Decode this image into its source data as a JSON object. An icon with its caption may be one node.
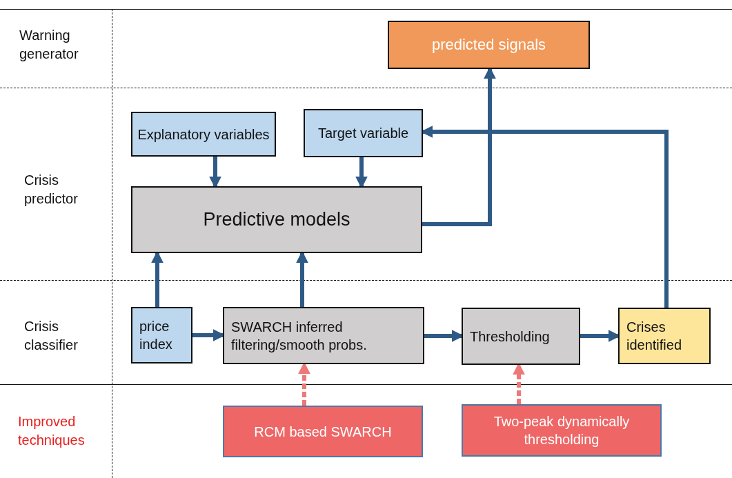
{
  "diagram": {
    "nodes": [
      {
        "text": [
          "predicted signals"
        ]
      },
      {
        "text": [
          "Explanatory variables"
        ]
      },
      {
        "text": [
          "Target variable"
        ]
      },
      {
        "text": [
          "Predictive models"
        ]
      },
      {
        "text": [
          "price index"
        ]
      },
      {
        "text": [
          "SWARCH inferred filtering/smooth probs."
        ]
      },
      {
        "text": [
          "Thresholding"
        ]
      },
      {
        "text": [
          "Crises identified"
        ]
      },
      {
        "text": [
          "RCM based SWARCH"
        ]
      },
      {
        "text": [
          "Two-peak dynamically thresholding"
        ]
      }
    ],
    "edges": [
      {
        "from": 1,
        "to": 3,
        "arrow": "to"
      },
      {
        "from": 2,
        "to": 3,
        "arrow": "to"
      },
      {
        "from": 3,
        "to": 0,
        "arrow": "to"
      },
      {
        "from": 7,
        "to": 2,
        "arrow": "to"
      },
      {
        "from": 4,
        "to": 3,
        "arrow": "to"
      },
      {
        "from": 5,
        "to": 3,
        "arrow": "to"
      },
      {
        "from": 4,
        "to": 5,
        "arrow": "to"
      },
      {
        "from": 5,
        "to": 6,
        "arrow": "to"
      },
      {
        "from": 6,
        "to": 7,
        "arrow": "to"
      },
      {
        "from": 8,
        "to": 5,
        "arrow": "to",
        "style": "dashed",
        "color": "#ee7777"
      },
      {
        "from": 9,
        "to": 6,
        "arrow": "to",
        "style": "dashed",
        "color": "#ee7777"
      }
    ],
    "labels": [
      "Warning generator",
      "Crisis predictor",
      "Crisis classifier",
      "Improved techniques"
    ]
  }
}
